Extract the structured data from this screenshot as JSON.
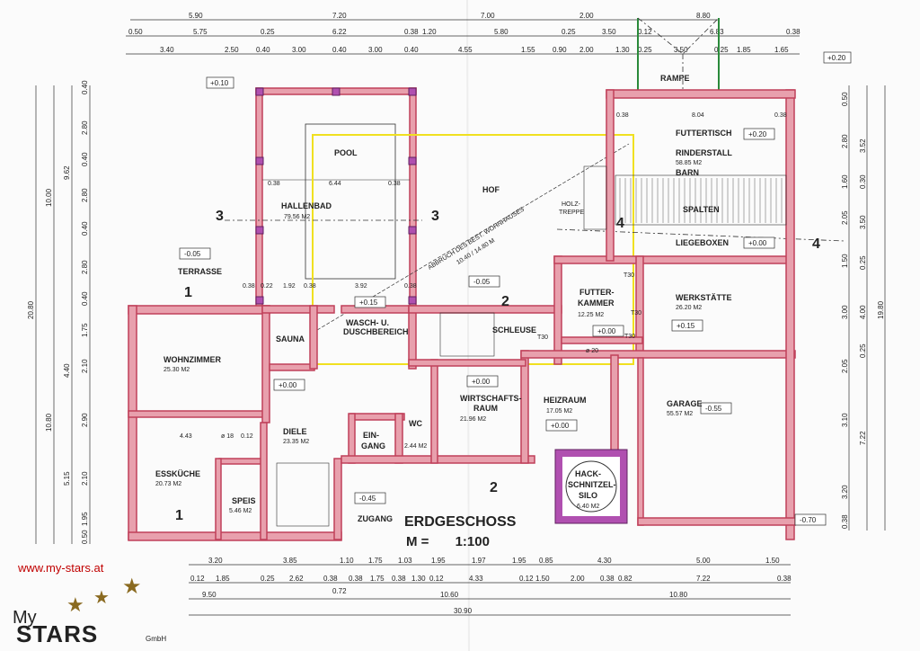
{
  "title": "ERDGESCHOSS",
  "scale": "M =       1:100",
  "rooms": {
    "pool": "POOL",
    "hallenbad": "HALLENBAD",
    "hallenbad_area": "79.56 M2",
    "hof": "HOF",
    "wohnzimmer": "WOHNZIMMER",
    "wohnzimmer_area": "25.30 M2",
    "sauna": "SAUNA",
    "wasch1": "WASCH- U.",
    "wasch2": "DUSCHBEREICH",
    "diele": "DIELE",
    "diele_area": "23.35 M2",
    "esskueche": "ESSKÜCHE",
    "esskueche_area": "20.73 M2",
    "speis": "SPEIS",
    "speis_area": "5.46 M2",
    "eingang1": "EIN-",
    "eingang2": "GANG",
    "wc": "WC",
    "wc_area": "2.44 M2",
    "zugang": "ZUGANG",
    "wirtschaft1": "WIRTSCHAFTS-",
    "wirtschaft2": "RAUM",
    "wirtschaft_area": "21.96 M2",
    "schleuse": "SCHLEUSE",
    "futter1": "FUTTER-",
    "futter2": "KAMMER",
    "futter_area": "12.25 M2",
    "werkstaette": "WERKSTÄTTE",
    "werkstaette_area": "26.20 M2",
    "heizraum": "HEIZRAUM",
    "heizraum_area": "17.05 M2",
    "garage": "GARAGE",
    "garage_area": "55.57 M2",
    "hack1": "HACK-",
    "hack2": "SCHNITZEL-",
    "hack3": "SILO",
    "hack_area": "6.40 M2",
    "futtertisch": "FUTTERTISCH",
    "rinderstall": "RINDERSTALL",
    "rinderstall_area": "58.85 M2",
    "barn": "BARN",
    "spalten": "SPALTEN",
    "liegeboxen": "LIEGEBOXEN",
    "rampe": "RAMPE",
    "terrasse": "TERRASSE",
    "holz1": "HOLZ-",
    "holz2": "TREPPE"
  },
  "annotations": {
    "abbruch1": "ABBRUCH DES BEST. WOHNHAUSES",
    "abbruch2": "10.40 / 14.80 M"
  },
  "level_boxes": [
    "+0.10",
    "-0.05",
    "+0.15",
    "-0.05",
    "+0.00",
    "+0.00",
    "+0.00",
    "+0.00",
    "+0.15",
    "-0.55",
    "-0.45",
    "+0.20",
    "+0.00",
    "-0.70",
    "+0.20"
  ],
  "section_marks": [
    "3",
    "3",
    "4",
    "4",
    "1",
    "1",
    "2",
    "2"
  ],
  "dims_top1": [
    "5.90",
    "7.20",
    "7.00",
    "2.00",
    "8.80"
  ],
  "dims_top2": [
    "0.50",
    "5.75",
    "0.25",
    "6.22",
    "0.38",
    "1.20",
    "5.80",
    "0.25",
    "3.50",
    "0.12",
    "6.83",
    "0.38"
  ],
  "dims_top3": [
    "3.40",
    "2.50",
    "0.40",
    "3.00",
    "0.40",
    "3.00",
    "0.40",
    "4.55",
    "1.55",
    "0.90",
    "2.00",
    "1.30",
    "0.25",
    "3.50",
    "0.25",
    "1.85",
    "1.65"
  ],
  "dims_bottom1": [
    "3.20",
    "3.85",
    "1.10",
    "1.75",
    "1.03",
    "1.95",
    "1.97",
    "1.95",
    "0.85",
    "4.30",
    "5.00",
    "1.50"
  ],
  "dims_bottom2": [
    "0.12",
    "1.85",
    "0.25",
    "2.62",
    "0.38",
    "0.38",
    "1.75",
    "0.38",
    "1.30",
    "0.12",
    "4.33",
    "0.12",
    "1.50",
    "2.00",
    "0.38",
    "0.82",
    "7.22",
    "0.38"
  ],
  "dims_bottom3": [
    "9.50",
    "0.72",
    "10.60",
    "10.80"
  ],
  "dims_bottom4": [
    "30.90"
  ],
  "dims_left": [
    "0.40",
    "2.80",
    "0.40",
    "2.80",
    "0.40",
    "2.80",
    "0.40",
    "1.75",
    "2.10",
    "2.90",
    "2.10",
    "1.95",
    "0.50"
  ],
  "dims_left_outer": [
    "10.00",
    "9.62",
    "20.80",
    "4.40",
    "10.80",
    "5.15"
  ],
  "dims_right": [
    "0.50",
    "2.80",
    "1.60",
    "2.05",
    "1.50",
    "3.00",
    "2.05",
    "3.10",
    "3.20",
    "0.38"
  ],
  "dims_right_outer": [
    "3.52",
    "0.30",
    "3.50",
    "0.25",
    "4.00",
    "0.25",
    "7.22",
    "19.80"
  ],
  "inner_dims": {
    "pool_w": "6.44",
    "pool_l": "0.38",
    "pool_r": "0.38",
    "rinder_w": "8.04",
    "r1": "0.38",
    "r2": "0.38",
    "t30a": "T30",
    "t30b": "T30",
    "t30c": "T30",
    "t30d": "T30",
    "phi20": "ø 20",
    "phi18": "ø 18",
    "d_043": "4.43",
    "d_012": "0.12",
    "d_392": "3.92",
    "d_192": "1.92",
    "d_022": "0.22",
    "d_038a": "0.38",
    "d_038b": "0.38",
    "d_038c": "0.38"
  },
  "brand": {
    "url": "www.my-stars.at",
    "my": "My",
    "stars": "STARS",
    "gmbh": "GmbH"
  }
}
